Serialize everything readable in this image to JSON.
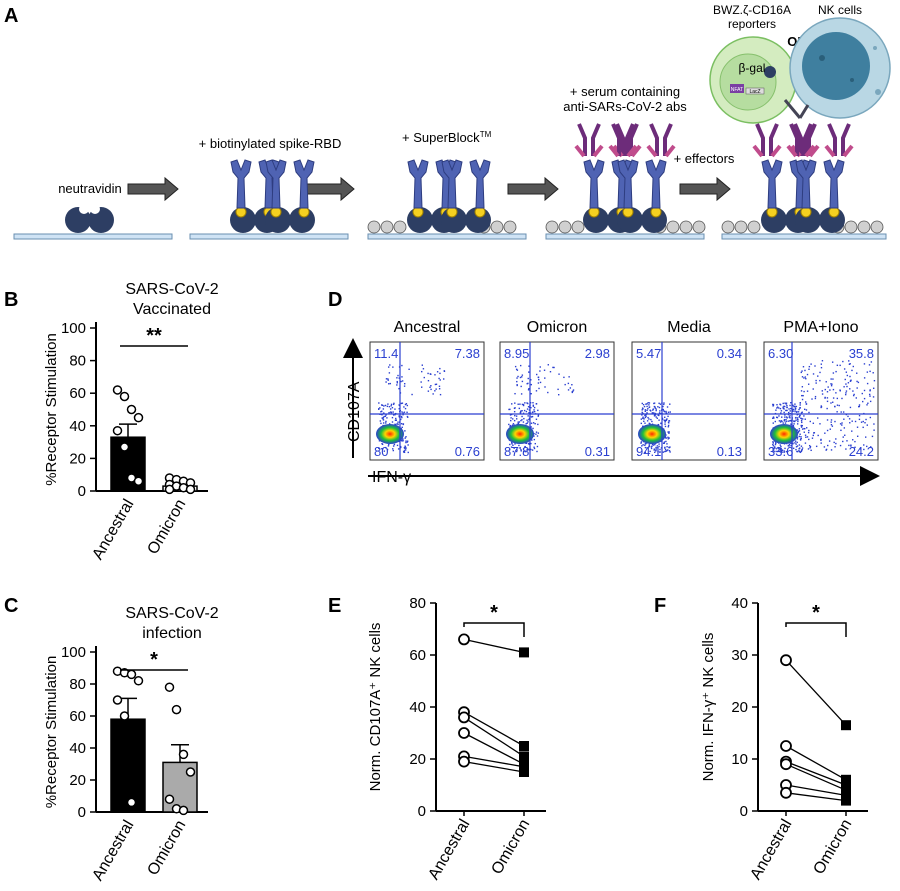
{
  "panels": {
    "A": {
      "letter": "A",
      "step_labels": [
        "neutravidin",
        "+ biotinylated spike-RBD",
        "+ SuperBlock",
        "TM",
        "+ serum containing",
        "anti-SARs-CoV-2 abs",
        "+ effectors"
      ],
      "reporter_label_1": "BWZ.ζ-CD16A",
      "reporter_label_2": "reporters",
      "or_label": "OR",
      "nk_label": "NK cells",
      "bgal_label": "β-gal",
      "nfat_label": "NFAT",
      "lacz_label": "LacZ"
    },
    "B": {
      "letter": "B"
    },
    "C": {
      "letter": "C"
    },
    "D": {
      "letter": "D",
      "y_axis_label": "CD107A",
      "x_axis_label": "IFN-γ",
      "plots": [
        {
          "title": "Ancestral",
          "ul": "11.4",
          "ur": "7.38",
          "ll": "80",
          "lr": "0.76"
        },
        {
          "title": "Omicron",
          "ul": "8.95",
          "ur": "2.98",
          "ll": "87.8",
          "lr": "0.31"
        },
        {
          "title": "Media",
          "ul": "5.47",
          "ur": "0.34",
          "ll": "94.1",
          "lr": "0.13"
        },
        {
          "title": "PMA+Iono",
          "ul": "6.30",
          "ur": "35.8",
          "ll": "33.6",
          "lr": "24.2"
        }
      ]
    },
    "E": {
      "letter": "E"
    },
    "F": {
      "letter": "F"
    }
  },
  "chart_data": [
    {
      "panel": "B",
      "type": "bar",
      "title": "SARS-CoV-2 Vaccinated",
      "title_lines": [
        "SARS-CoV-2",
        "Vaccinated"
      ],
      "ylabel": "%Receptor Stimulation",
      "ylim": [
        0,
        100
      ],
      "yticks": [
        0,
        20,
        40,
        60,
        80,
        100
      ],
      "categories": [
        "Ancestral",
        "Omicron"
      ],
      "values": [
        33,
        3
      ],
      "errors": [
        8,
        1
      ],
      "bar_colors": [
        "#000000",
        "#ffffff"
      ],
      "points": [
        [
          62,
          58,
          50,
          45,
          37,
          27,
          8,
          6
        ],
        [
          8,
          7,
          6,
          5,
          4,
          3,
          2,
          1,
          1
        ]
      ],
      "significance": "**"
    },
    {
      "panel": "C",
      "type": "bar",
      "title": "SARS-CoV-2 infection",
      "title_lines": [
        "SARS-CoV-2",
        "infection"
      ],
      "ylabel": "%Receptor Stimulation",
      "ylim": [
        0,
        100
      ],
      "yticks": [
        0,
        20,
        40,
        60,
        80,
        100
      ],
      "categories": [
        "Ancestral",
        "Omicron"
      ],
      "values": [
        58,
        31
      ],
      "errors": [
        13,
        11
      ],
      "bar_colors": [
        "#000000",
        "#aaaaaa"
      ],
      "points": [
        [
          88,
          87,
          86,
          82,
          70,
          60,
          6
        ],
        [
          78,
          64,
          36,
          25,
          8,
          2,
          1
        ]
      ],
      "significance": "*"
    },
    {
      "panel": "E",
      "type": "line",
      "ylabel": "Norm. CD107A⁺ NK cells",
      "ylim": [
        0,
        80
      ],
      "yticks": [
        0,
        20,
        40,
        60,
        80
      ],
      "categories": [
        "Ancestral",
        "Omicron"
      ],
      "pairs": [
        [
          66,
          61
        ],
        [
          38,
          25
        ],
        [
          36,
          21
        ],
        [
          30,
          18
        ],
        [
          21,
          17
        ],
        [
          19,
          15
        ]
      ],
      "significance": "*"
    },
    {
      "panel": "F",
      "type": "line",
      "ylabel": "Norm. IFN-γ⁺ NK cells",
      "ylim": [
        0,
        40
      ],
      "yticks": [
        0,
        10,
        20,
        30,
        40
      ],
      "categories": [
        "Ancestral",
        "Omicron"
      ],
      "pairs": [
        [
          29,
          16.5
        ],
        [
          12.5,
          6
        ],
        [
          9.5,
          5
        ],
        [
          9,
          4
        ],
        [
          5,
          3
        ],
        [
          3.5,
          2
        ]
      ],
      "significance": "*"
    }
  ]
}
